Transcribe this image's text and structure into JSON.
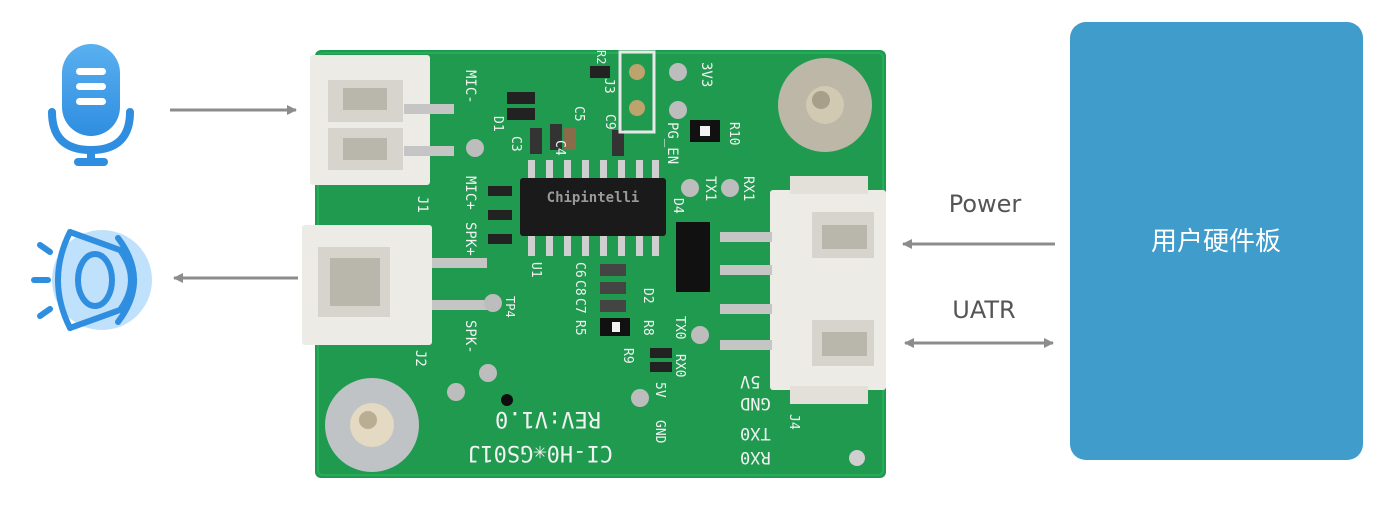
{
  "labels": {
    "power": "Power",
    "uatr": "UATR",
    "user_board": "用户硬件板"
  },
  "board": {
    "chip_text": "Chipintelli",
    "rev_text": "REV:V1.0",
    "model_text": "CI-H0✳GS01J",
    "silk": {
      "mic_minus": "MIC-",
      "mic_plus": "MIC+",
      "spk_plus": "SPK+",
      "spk_minus": "SPK-",
      "j1": "J1",
      "j2": "J2",
      "j3": "J3",
      "j4": "J4",
      "u1": "U1",
      "d1": "D1",
      "d2": "D2",
      "d4": "D4",
      "c3": "C3",
      "c4": "C4",
      "c5": "C5",
      "c6": "C6",
      "c7": "C7",
      "c8": "C8",
      "c9": "C9",
      "r2": "R2",
      "r5": "R5",
      "r8": "R8",
      "r9": "R9",
      "r10": "R10",
      "tp4": "TP4",
      "v3v3": "3V3",
      "pg_en": "PG_EN",
      "tx1": "TX1",
      "rx1": "RX1",
      "tx0": "TX0",
      "rx0": "RX0",
      "v5": "5V",
      "gnd": "GND",
      "pin_5v": "5V",
      "pin_gnd": "GND",
      "pin_tx0": "TX0",
      "pin_rx0": "RX0"
    }
  },
  "colors": {
    "pcb": "#1f9a4f",
    "pcb_dark": "#167a3d",
    "connector": "#ecebe6",
    "arrow": "#8c8c8c",
    "icon_blue": "#2f8ee0",
    "user_board": "#3f9ccb",
    "user_board_text": "#ffffff"
  },
  "icons": {
    "microphone": "microphone-icon",
    "speaker": "speaker-icon"
  }
}
